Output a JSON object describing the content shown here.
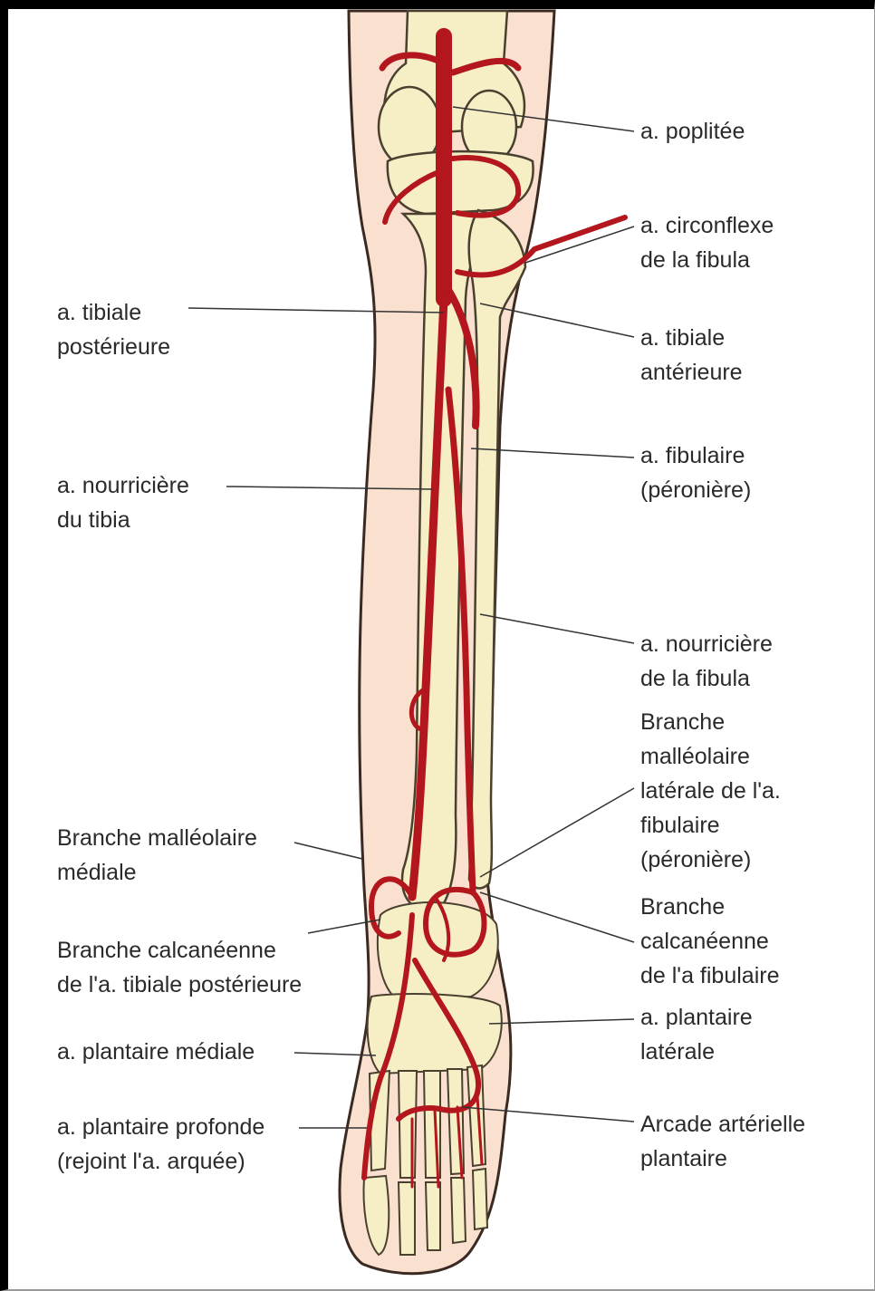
{
  "labels": {
    "poplitee": "a. poplitée",
    "circonflexe": "a. circonflexe\nde la fibula",
    "tibiale_post": "a. tibiale\npostérieure",
    "tibiale_ant": "a. tibiale\nantérieure",
    "fibulaire": "a. fibulaire\n(péronière)",
    "nourriciere_tibia": "a. nourricière\ndu tibia",
    "nourriciere_fibula": "a. nourricière\nde la fibula",
    "malleolaire_lat": "Branche\nmalléolaire\nlatérale de l'a.\nfibulaire\n(péronière)",
    "malleolaire_med": "Branche malléolaire\nmédiale",
    "calc_fib": "Branche\ncalcanéenne\nde l'a fibulaire",
    "calc_tib": "Branche calcanéenne\nde l'a. tibiale postérieure",
    "plantaire_lat": "a. plantaire\nlatérale",
    "plantaire_med": "a. plantaire médiale",
    "plantaire_prof": "a. plantaire profonde\n(rejoint l'a. arquée)",
    "arcade": "Arcade artérielle\nplantaire"
  },
  "colors": {
    "skin": "#f9e0cf",
    "skin_outline": "#3a2a22",
    "bone": "#f6efc6",
    "bone_outline": "#4a4030",
    "artery": "#b3161c",
    "leader": "#333333",
    "text": "#2a2a2a"
  }
}
